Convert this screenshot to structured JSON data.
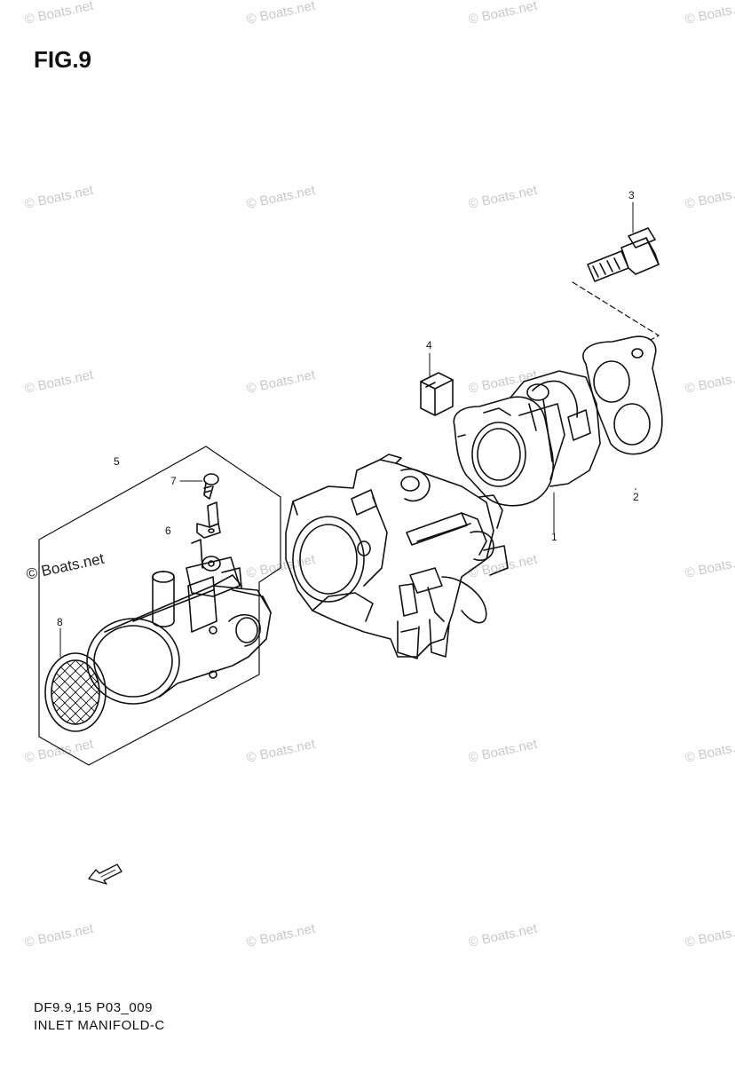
{
  "figure": {
    "title": "FIG.9"
  },
  "footer": {
    "code": "DF9.9,15 P03_009",
    "name": "INLET MANIFOLD-C"
  },
  "callouts": [
    "1",
    "2",
    "3",
    "4",
    "5",
    "6",
    "7",
    "8"
  ],
  "watermark": {
    "text": "© Boats.net"
  }
}
